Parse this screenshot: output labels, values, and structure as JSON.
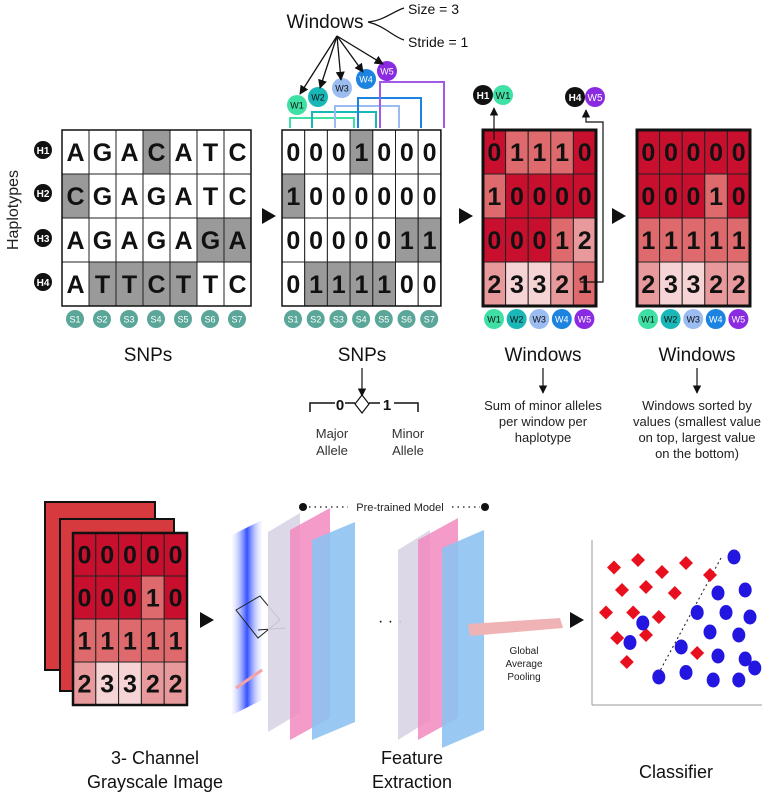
{
  "axis_label": "Haplotypes",
  "haplotypes": [
    "H1",
    "H2",
    "H3",
    "H4"
  ],
  "snps": [
    "S1",
    "S2",
    "S3",
    "S4",
    "S5",
    "S6",
    "S7"
  ],
  "windows": [
    "W1",
    "W2",
    "W3",
    "W4",
    "W5"
  ],
  "window_colors": [
    "#3fe0a6",
    "#19b7b7",
    "#9bbcf0",
    "#1c84e0",
    "#8a2be2"
  ],
  "snp_bubble_color": "#5aa698",
  "snp_letters": [
    [
      "A",
      "G",
      "A",
      "C",
      "A",
      "T",
      "C"
    ],
    [
      "C",
      "G",
      "A",
      "G",
      "A",
      "T",
      "C"
    ],
    [
      "A",
      "G",
      "A",
      "G",
      "A",
      "G",
      "A"
    ],
    [
      "A",
      "T",
      "T",
      "C",
      "T",
      "T",
      "C"
    ]
  ],
  "snp_minor": [
    [
      0,
      0,
      0,
      1,
      0,
      0,
      0
    ],
    [
      1,
      0,
      0,
      0,
      0,
      0,
      0
    ],
    [
      0,
      0,
      0,
      0,
      0,
      1,
      1
    ],
    [
      0,
      1,
      1,
      1,
      1,
      0,
      0
    ]
  ],
  "window_sums": [
    [
      0,
      1,
      1,
      1,
      0
    ],
    [
      1,
      0,
      0,
      0,
      0
    ],
    [
      0,
      0,
      0,
      1,
      2
    ],
    [
      2,
      3,
      3,
      2,
      1
    ]
  ],
  "window_sorted": [
    [
      0,
      0,
      0,
      0,
      0
    ],
    [
      0,
      0,
      0,
      1,
      0
    ],
    [
      1,
      1,
      1,
      1,
      1
    ],
    [
      2,
      3,
      3,
      2,
      2
    ]
  ],
  "windows_label": "Windows",
  "size_label": "Size = 3",
  "stride_label": "Stride = 1",
  "snps_label": "SNPs",
  "windows_caption": "Windows",
  "allele_zero": "0",
  "allele_one": "1",
  "major_allele": [
    "Major",
    "Allele"
  ],
  "minor_allele": [
    "Minor",
    "Allele"
  ],
  "sum_desc": [
    "Sum of minor alleles",
    "per window per",
    "haplotype"
  ],
  "sorted_desc": [
    "Windows sorted by",
    "values (smallest value",
    "on top, largest value",
    "on the bottom)"
  ],
  "pretrained_label": "Pre-trained Model",
  "gap_pooling": [
    "Global",
    "Average",
    "Pooling"
  ],
  "bottom_labels": {
    "image": [
      "3- Channel",
      "Grayscale Image"
    ],
    "feature": [
      "Feature",
      "Extraction"
    ],
    "classifier": "Classifier"
  },
  "classifier_points": {
    "diamonds": [
      [
        0.1,
        0.15
      ],
      [
        0.25,
        0.1
      ],
      [
        0.4,
        0.18
      ],
      [
        0.55,
        0.12
      ],
      [
        0.7,
        0.2
      ],
      [
        0.15,
        0.3
      ],
      [
        0.3,
        0.28
      ],
      [
        0.48,
        0.32
      ],
      [
        0.05,
        0.45
      ],
      [
        0.22,
        0.45
      ],
      [
        0.38,
        0.48
      ],
      [
        0.12,
        0.62
      ],
      [
        0.3,
        0.6
      ],
      [
        0.18,
        0.78
      ],
      [
        0.62,
        0.72
      ]
    ],
    "circles": [
      [
        0.85,
        0.08
      ],
      [
        0.75,
        0.32
      ],
      [
        0.92,
        0.3
      ],
      [
        0.62,
        0.45
      ],
      [
        0.8,
        0.45
      ],
      [
        0.95,
        0.48
      ],
      [
        0.28,
        0.52
      ],
      [
        0.7,
        0.58
      ],
      [
        0.88,
        0.6
      ],
      [
        0.2,
        0.65
      ],
      [
        0.52,
        0.68
      ],
      [
        0.75,
        0.74
      ],
      [
        0.92,
        0.76
      ],
      [
        0.38,
        0.88
      ],
      [
        0.55,
        0.85
      ],
      [
        0.72,
        0.9
      ],
      [
        0.88,
        0.9
      ],
      [
        0.98,
        0.82
      ]
    ]
  }
}
